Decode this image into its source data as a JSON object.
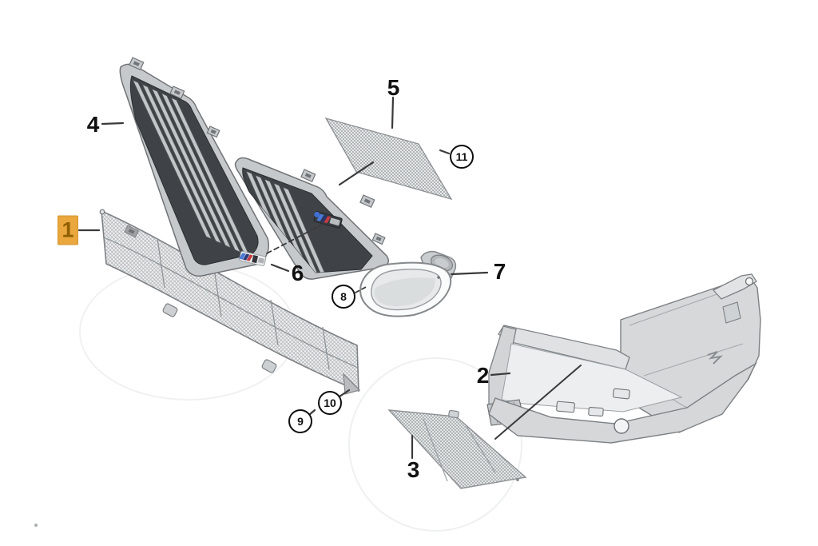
{
  "diagram": {
    "type": "exploded-parts-diagram",
    "callouts": [
      {
        "number": "1",
        "style": "highlighted"
      },
      {
        "number": "2",
        "style": "plain"
      },
      {
        "number": "3",
        "style": "plain"
      },
      {
        "number": "4",
        "style": "plain"
      },
      {
        "number": "5",
        "style": "plain"
      },
      {
        "number": "6",
        "style": "plain"
      },
      {
        "number": "7",
        "style": "plain"
      },
      {
        "number": "8",
        "style": "circled"
      },
      {
        "number": "9",
        "style": "circled"
      },
      {
        "number": "10",
        "style": "circled"
      },
      {
        "number": "11",
        "style": "circled"
      }
    ],
    "colors": {
      "background": "#FFFFFF",
      "highlight_bg": "#EAA73E",
      "highlight_text": "#8F5F00",
      "callout_text": "#111111",
      "leader_line": "#3A3A3A",
      "part_silver": "#C6C9CC",
      "part_dark": "#3F4347",
      "mesh_gray": "#9BA0A3",
      "badge_blue": "#4A79D6",
      "badge_navy": "#2A3A77",
      "badge_red": "#C23A42"
    }
  }
}
